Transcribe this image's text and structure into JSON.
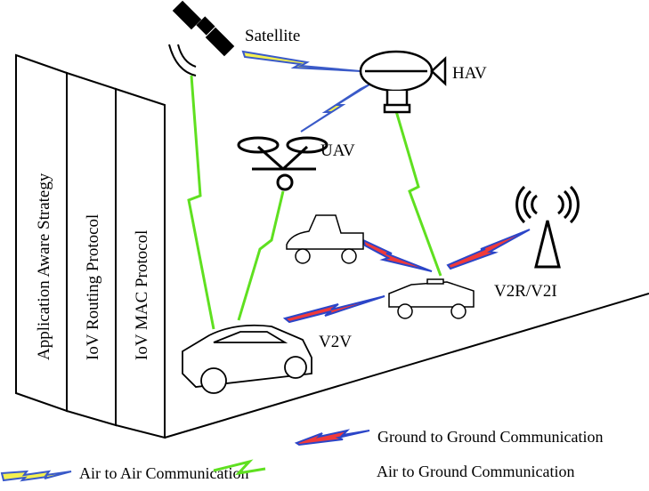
{
  "stack": {
    "layers": [
      "Application Aware Strategy",
      "IoV Routing Protocol",
      "IoV MAC Protocol"
    ]
  },
  "nodes": {
    "satellite": "Satellite",
    "hav": "HAV",
    "uav": "UAV",
    "v2v": "V2V",
    "v2r": "V2R/V2I"
  },
  "legend": {
    "ground_to_ground": "Ground to Ground Communication",
    "air_to_air": "Air to Air Communication",
    "air_to_ground": "Air to Ground Communication"
  },
  "colors": {
    "ground_fill": "#f03a3a",
    "ground_edge": "#2b45c8",
    "air_fill": "#f4f050",
    "air_edge": "#3a5ac8",
    "air_ground": "#5fe020"
  }
}
